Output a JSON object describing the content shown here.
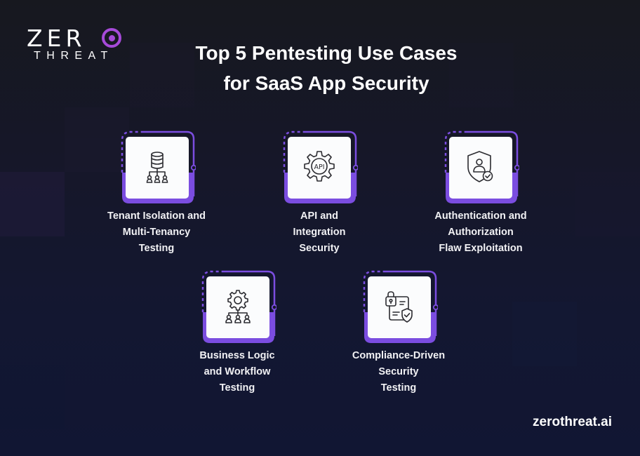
{
  "brand": {
    "logo_word": "ZER",
    "logo_sub": "THREAT",
    "accent_color": "#a64ad9",
    "frame_color": "#7b4de0"
  },
  "header": {
    "title_line1": "Top 5 Pentesting Use Cases",
    "title_line2": "for SaaS App Security"
  },
  "use_cases": [
    {
      "icon": "database-network-icon",
      "lines": [
        "Tenant Isolation and",
        "Multi-Tenancy",
        "Testing"
      ]
    },
    {
      "icon": "api-gear-icon",
      "lines": [
        "API and",
        "Integration",
        "Security"
      ]
    },
    {
      "icon": "user-shield-check-icon",
      "lines": [
        "Authentication and",
        "Authorization",
        "Flaw Exploitation"
      ]
    },
    {
      "icon": "gear-workflow-users-icon",
      "lines": [
        "Business Logic",
        "and Workflow",
        "Testing"
      ]
    },
    {
      "icon": "document-lock-shield-icon",
      "lines": [
        "Compliance-Driven",
        "Security",
        "Testing"
      ]
    }
  ],
  "footer": {
    "website": "zerothreat.ai"
  },
  "colors": {
    "background_top": "#17181f",
    "background_bottom": "#111633",
    "card_inner": "#fbfcfd",
    "icon_stroke": "#2b2b30",
    "text": "#ffffff"
  }
}
